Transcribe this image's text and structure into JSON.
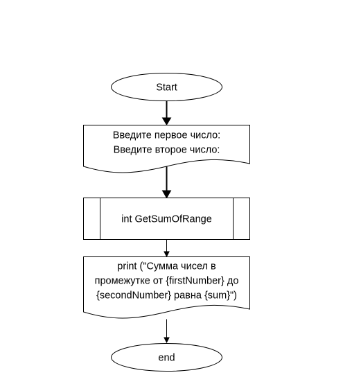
{
  "flowchart": {
    "nodes": {
      "start": {
        "text": "Start"
      },
      "input": {
        "line1": "Введите первое число:",
        "line2": "Введите второе число:"
      },
      "process": {
        "text": "int GetSumOfRange"
      },
      "output": {
        "line1": "print (\"Сумма чисел в",
        "line2": "промежутке от {firstNumber} до",
        "line3": "{secondNumber} равна {sum}\")"
      },
      "end": {
        "text": "end"
      }
    },
    "edges": [
      {
        "from": "start",
        "to": "input"
      },
      {
        "from": "input",
        "to": "process"
      },
      {
        "from": "process",
        "to": "output"
      },
      {
        "from": "output",
        "to": "end"
      }
    ]
  }
}
